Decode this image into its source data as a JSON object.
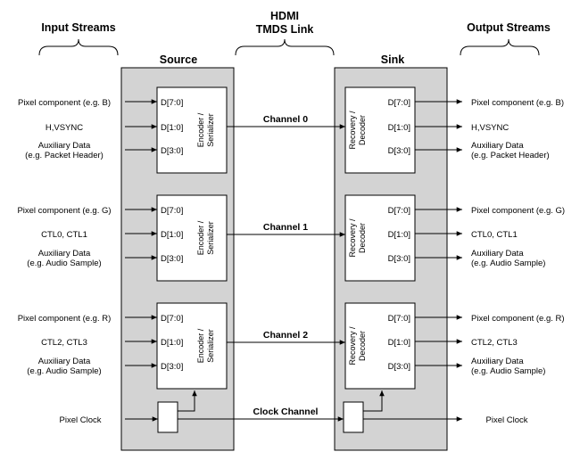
{
  "headers": {
    "input_streams": "Input Streams",
    "link_title_1": "HDMI",
    "link_title_2": "TMDS Link",
    "output_streams": "Output Streams",
    "source": "Source",
    "sink": "Sink"
  },
  "encoder_label": [
    "Encoder /",
    "Serializer"
  ],
  "decoder_label": [
    "Recovery /",
    "Decoder"
  ],
  "pins": [
    "D[7:0]",
    "D[1:0]",
    "D[3:0]"
  ],
  "channels": [
    {
      "name": "Channel 0",
      "inputs": [
        {
          "lines": [
            "Pixel component (e.g. B)"
          ]
        },
        {
          "lines": [
            "H,VSYNC"
          ]
        },
        {
          "lines": [
            "Auxiliary Data",
            "(e.g. Packet Header)"
          ]
        }
      ],
      "outputs": [
        {
          "lines": [
            "Pixel component (e.g. B)"
          ]
        },
        {
          "lines": [
            "H,VSYNC"
          ]
        },
        {
          "lines": [
            "Auxiliary Data",
            "(e.g. Packet Header)"
          ]
        }
      ]
    },
    {
      "name": "Channel 1",
      "inputs": [
        {
          "lines": [
            "Pixel component (e.g. G)"
          ]
        },
        {
          "lines": [
            "CTL0, CTL1"
          ]
        },
        {
          "lines": [
            "Auxiliary Data",
            "(e.g. Audio Sample)"
          ]
        }
      ],
      "outputs": [
        {
          "lines": [
            "Pixel component (e.g. G)"
          ]
        },
        {
          "lines": [
            "CTL0, CTL1"
          ]
        },
        {
          "lines": [
            "Auxiliary Data",
            "(e.g. Audio Sample)"
          ]
        }
      ]
    },
    {
      "name": "Channel 2",
      "inputs": [
        {
          "lines": [
            "Pixel component (e.g. R)"
          ]
        },
        {
          "lines": [
            "CTL2, CTL3"
          ]
        },
        {
          "lines": [
            "Auxiliary Data",
            "(e.g. Audio Sample)"
          ]
        }
      ],
      "outputs": [
        {
          "lines": [
            "Pixel component (e.g. R)"
          ]
        },
        {
          "lines": [
            "CTL2, CTL3"
          ]
        },
        {
          "lines": [
            "Auxiliary Data",
            "(e.g. Audio Sample)"
          ]
        }
      ]
    }
  ],
  "clock": {
    "name": "Clock Channel",
    "input": "Pixel Clock",
    "output": "Pixel Clock"
  },
  "colors": {
    "panel": "#d3d3d3",
    "line": "#000000",
    "box": "#ffffff"
  }
}
